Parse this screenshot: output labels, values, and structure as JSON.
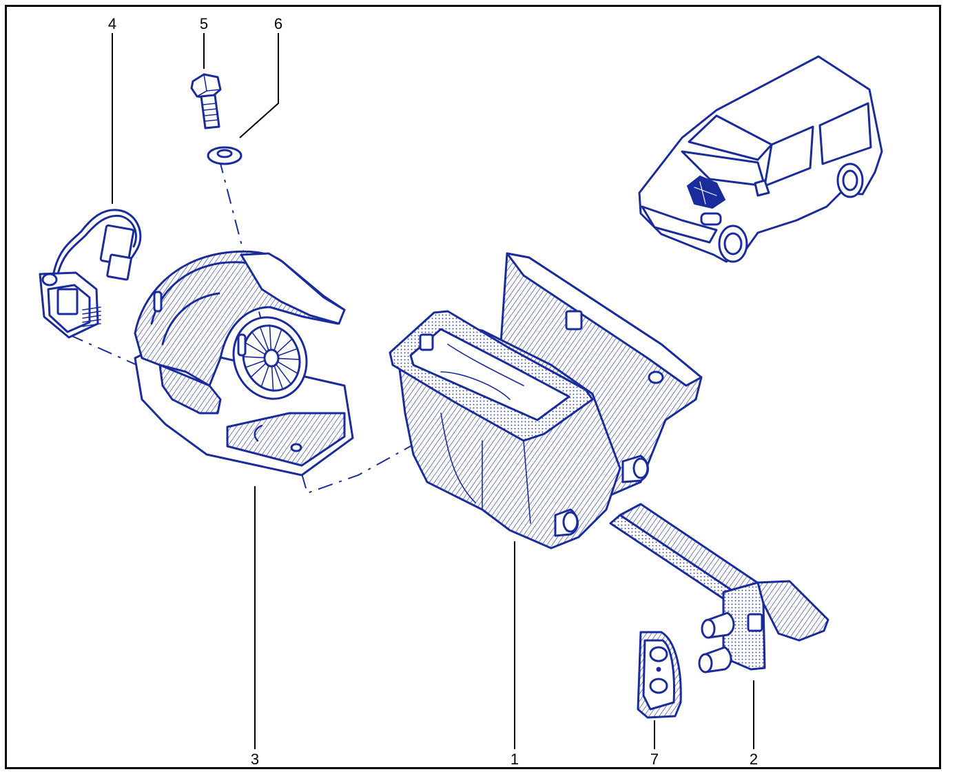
{
  "diagram": {
    "callouts": [
      {
        "id": "1",
        "label": "1"
      },
      {
        "id": "2",
        "label": "2"
      },
      {
        "id": "3",
        "label": "3"
      },
      {
        "id": "4",
        "label": "4"
      },
      {
        "id": "5",
        "label": "5"
      },
      {
        "id": "6",
        "label": "6"
      },
      {
        "id": "7",
        "label": "7"
      }
    ],
    "parts": [
      {
        "ref": "1",
        "icon": "heater-housing-icon"
      },
      {
        "ref": "2",
        "icon": "heater-matrix-icon"
      },
      {
        "ref": "3",
        "icon": "blower-fan-icon"
      },
      {
        "ref": "4",
        "icon": "resistor-harness-icon"
      },
      {
        "ref": "5",
        "icon": "bolt-icon"
      },
      {
        "ref": "6",
        "icon": "washer-icon"
      },
      {
        "ref": "7",
        "icon": "seal-gasket-icon"
      }
    ],
    "colors": {
      "ink": "#1a2b9c",
      "frame": "#000000",
      "background": "#ffffff"
    }
  }
}
